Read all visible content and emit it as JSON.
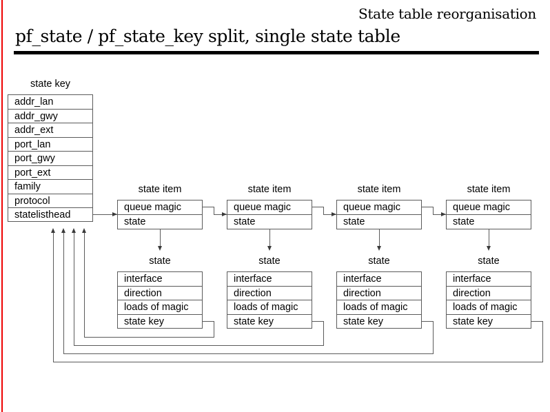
{
  "header": {
    "subtitle": "State table reorganisation",
    "title": "pf_state / pf_state_key split, single state table"
  },
  "state_key": {
    "caption": "state key",
    "fields": [
      "addr_lan",
      "addr_gwy",
      "addr_ext",
      "port_lan",
      "port_gwy",
      "port_ext",
      "family",
      "protocol",
      "statelisthead"
    ]
  },
  "state_items": [
    {
      "caption": "state item",
      "fields": [
        "queue magic",
        "state"
      ]
    },
    {
      "caption": "state item",
      "fields": [
        "queue magic",
        "state"
      ]
    },
    {
      "caption": "state item",
      "fields": [
        "queue magic",
        "state"
      ]
    },
    {
      "caption": "state item",
      "fields": [
        "queue magic",
        "state"
      ]
    }
  ],
  "states": [
    {
      "caption": "state",
      "fields": [
        "interface",
        "direction",
        "loads of magic",
        "state key"
      ]
    },
    {
      "caption": "state",
      "fields": [
        "interface",
        "direction",
        "loads of magic",
        "state key"
      ]
    },
    {
      "caption": "state",
      "fields": [
        "interface",
        "direction",
        "loads of magic",
        "state key"
      ]
    },
    {
      "caption": "state",
      "fields": [
        "interface",
        "direction",
        "loads of magic",
        "state key"
      ]
    }
  ],
  "colors": {
    "accent_rule": "#ee0000",
    "line": "#5a5a5a",
    "text": "#000000",
    "background": "#ffffff"
  }
}
